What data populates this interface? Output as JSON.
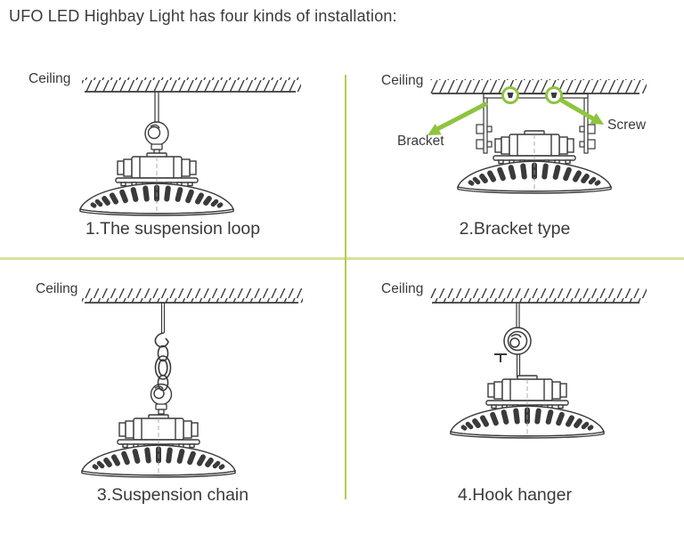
{
  "title": "UFO LED Highbay Light has four kinds of installation:",
  "colors": {
    "ink": "#3a3a3a",
    "green_accent": "#8fc43f",
    "divider_horizontal": "#d6e29b",
    "divider_vertical": "#b3cc52"
  },
  "quadrants": [
    {
      "ceiling_label": "Ceiling",
      "caption": "1.The suspension loop"
    },
    {
      "ceiling_label": "Ceiling",
      "caption": "2.Bracket type",
      "labels": {
        "bracket": "Bracket",
        "screw": "Screw"
      }
    },
    {
      "ceiling_label": "Ceiling",
      "caption": "3.Suspension chain"
    },
    {
      "ceiling_label": "Ceiling",
      "caption": "4.Hook hanger"
    }
  ]
}
